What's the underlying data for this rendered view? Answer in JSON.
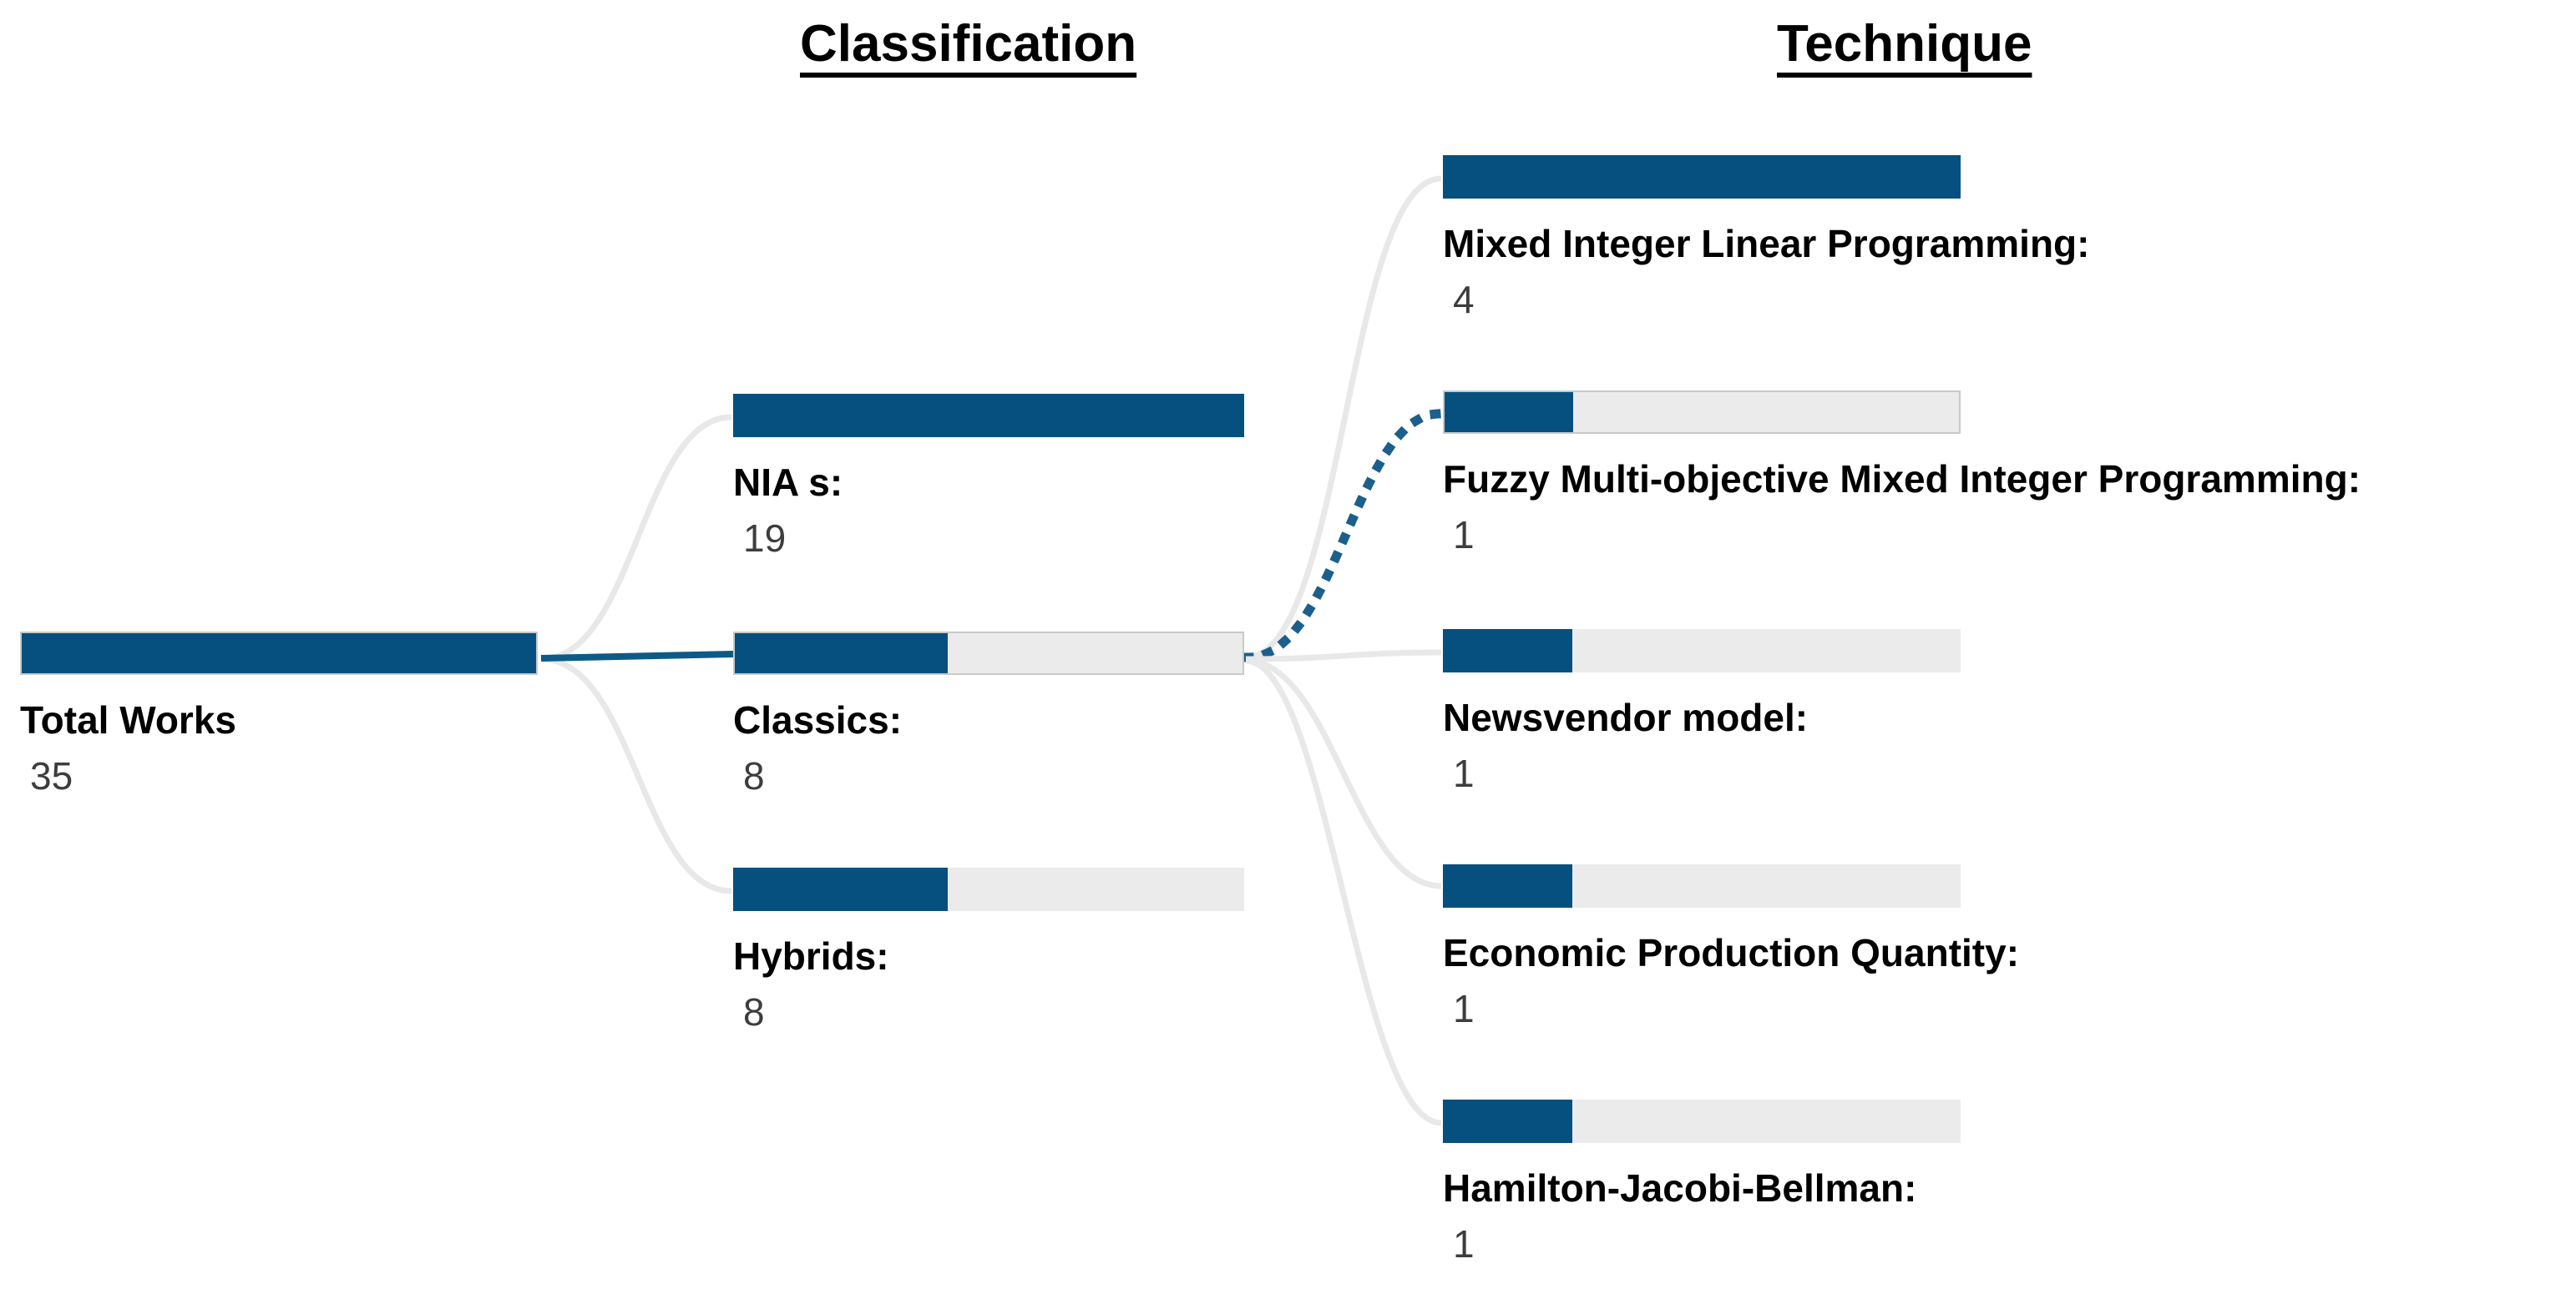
{
  "columns": {
    "classification_header": "Classification",
    "technique_header": "Technique"
  },
  "colors": {
    "accent_blue": "#05507E",
    "track_gray": "#EBEBEB",
    "connector_gray": "#E8E8E8",
    "value_text": "#3D3D3D",
    "label_text": "#000000"
  },
  "root": {
    "label": "Total Works",
    "value": "35"
  },
  "classification": [
    {
      "label": "NIA s:",
      "value": "19"
    },
    {
      "label": "Classics:",
      "value": "8"
    },
    {
      "label": "Hybrids:",
      "value": "8"
    }
  ],
  "technique": [
    {
      "label": "Mixed Integer Linear Programming:",
      "value": "4"
    },
    {
      "label": "Fuzzy Multi-objective Mixed Integer Programming:",
      "value": "1"
    },
    {
      "label": "Newsvendor model:",
      "value": "1"
    },
    {
      "label": "Economic Production Quantity:",
      "value": "1"
    },
    {
      "label": "Hamilton-Jacobi-Bellman:",
      "value": "1"
    }
  ],
  "chart_data": {
    "type": "bar",
    "title": "",
    "description": "Hierarchical breakdown bar diagram with three levels: Total Works -> Classification -> Technique. Each node is a horizontal progress-style bar whose blue fill is proportional to its value against the level maximum.",
    "levels": [
      {
        "name": "Total",
        "header": "",
        "categories": [
          "Total Works"
        ],
        "values": [
          35
        ],
        "max": 35,
        "fill_pct": [
          100
        ]
      },
      {
        "name": "Classification",
        "header": "Classification",
        "categories": [
          "NIA s:",
          "Classics:",
          "Hybrids:"
        ],
        "values": [
          19,
          8,
          8
        ],
        "max": 19,
        "fill_pct": [
          100,
          42,
          42
        ]
      },
      {
        "name": "Technique",
        "header": "Technique",
        "categories": [
          "Mixed Integer Linear Programming:",
          "Fuzzy Multi-objective Mixed Integer Programming:",
          "Newsvendor model:",
          "Economic Production Quantity:",
          "Hamilton-Jacobi-Bellman:"
        ],
        "values": [
          4,
          1,
          1,
          1,
          1
        ],
        "max": 4,
        "fill_pct": [
          100,
          25,
          25,
          25,
          25
        ]
      }
    ],
    "links": [
      {
        "from": "Total Works",
        "to": "NIA s:",
        "style": "solid-gray"
      },
      {
        "from": "Total Works",
        "to": "Classics:",
        "style": "solid-blue"
      },
      {
        "from": "Total Works",
        "to": "Hybrids:",
        "style": "solid-gray"
      },
      {
        "from": "Classics:",
        "to": "Mixed Integer Linear Programming:",
        "style": "solid-gray"
      },
      {
        "from": "Classics:",
        "to": "Fuzzy Multi-objective Mixed Integer Programming:",
        "style": "dotted-blue"
      },
      {
        "from": "Classics:",
        "to": "Newsvendor model:",
        "style": "solid-gray"
      },
      {
        "from": "Classics:",
        "to": "Economic Production Quantity:",
        "style": "solid-gray"
      },
      {
        "from": "Classics:",
        "to": "Hamilton-Jacobi-Bellman:",
        "style": "solid-gray"
      }
    ],
    "grid": false,
    "legend": "none",
    "xlabel": "",
    "ylabel": ""
  },
  "bar_fills": {
    "total_works": 100,
    "nia": 100,
    "classics": 42,
    "hybrids": 42,
    "milp": 100,
    "fmoip": 25,
    "newsvendor": 25,
    "epq": 25,
    "hjb": 25
  }
}
